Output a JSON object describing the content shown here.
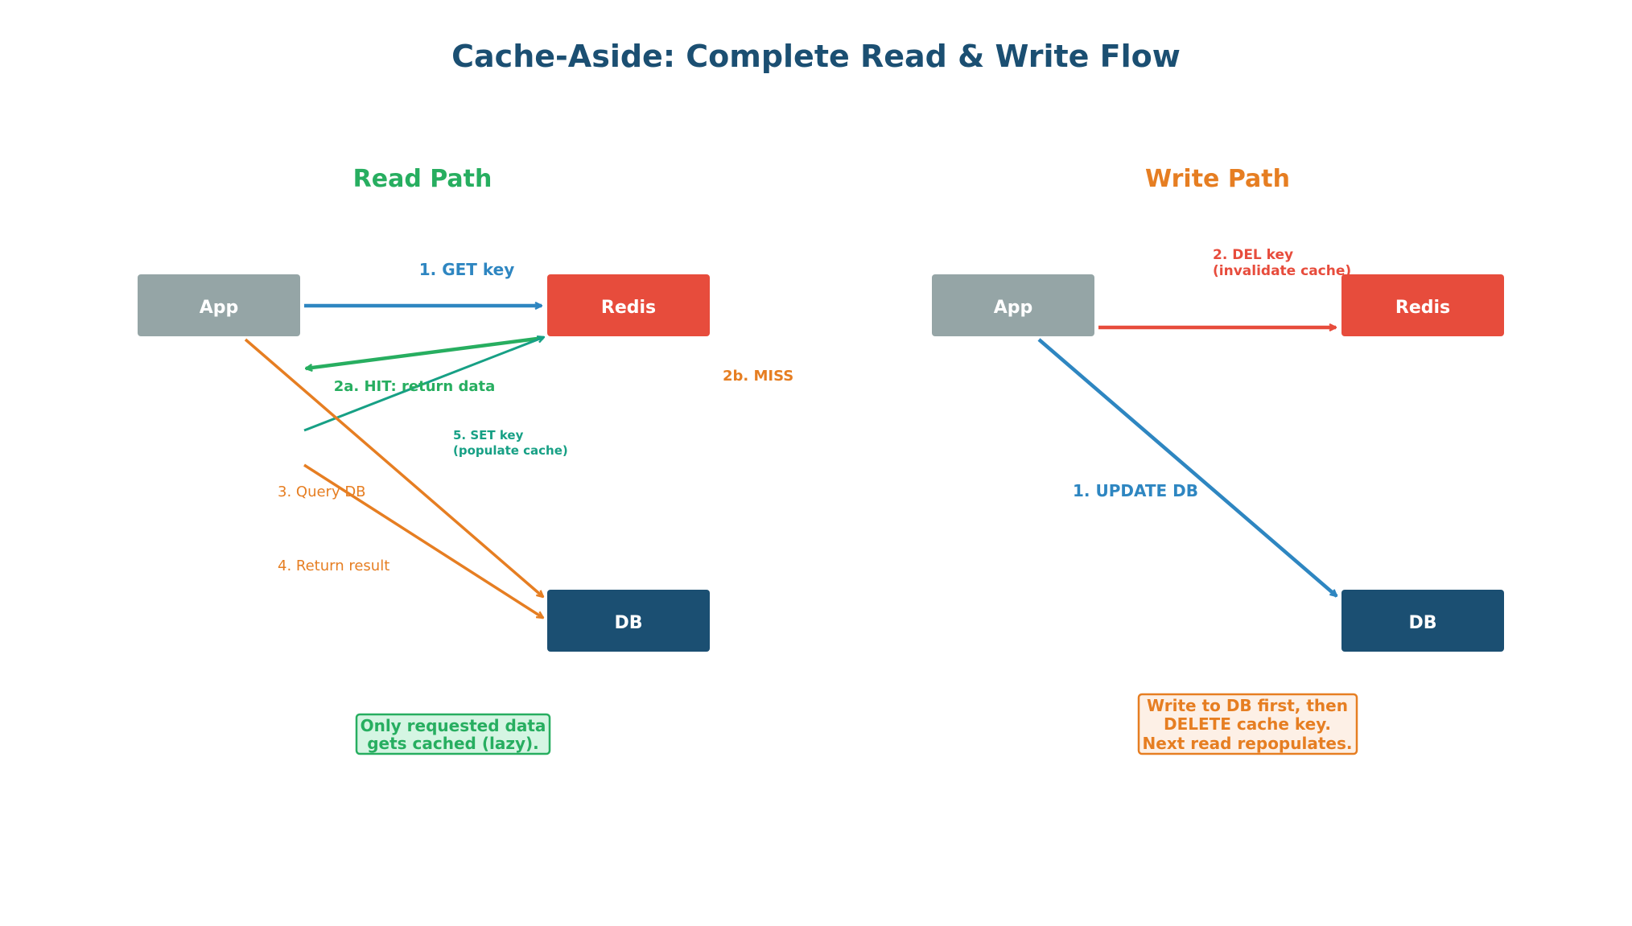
{
  "title": "Cache-Aside: Complete Read & Write Flow",
  "colors": {
    "title": "#1b4f72",
    "app": "#95a5a6",
    "redis": "#e74c3c",
    "db": "#1b4f72",
    "blue": "#2e86c1",
    "green": "#27ae60",
    "teal": "#17a085",
    "orange": "#e67e22",
    "red": "#e74c3c",
    "white": "#ffffff"
  },
  "read": {
    "heading": "Read Path",
    "nodes": {
      "app": "App",
      "redis": "Redis",
      "db": "DB"
    },
    "steps": {
      "get": "1. GET key",
      "hit": "2a. HIT: return data",
      "miss": "2b. MISS",
      "query": "3. Query DB",
      "return": "4. Return result",
      "set_line1": "5. SET key",
      "set_line2": "(populate cache)"
    },
    "note_line1": "Only requested data",
    "note_line2": "gets cached (lazy)."
  },
  "write": {
    "heading": "Write Path",
    "nodes": {
      "app": "App",
      "redis": "Redis",
      "db": "DB"
    },
    "steps": {
      "update": "1. UPDATE DB",
      "del_line1": "2. DEL key",
      "del_line2": "(invalidate cache)"
    },
    "note_line1": "Write to DB first, then",
    "note_line2": "DELETE cache key.",
    "note_line3": "Next read repopulates."
  }
}
